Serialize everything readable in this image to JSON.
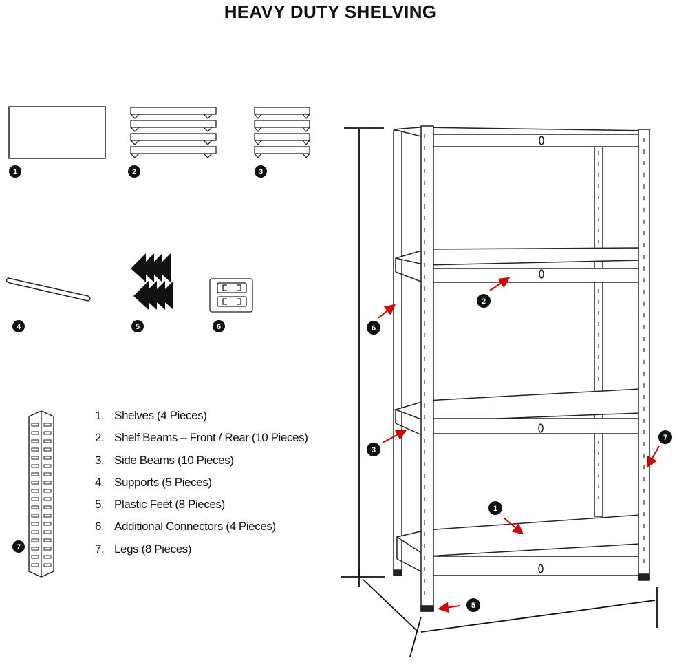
{
  "title": "HEAVY DUTY SHELVING",
  "parts": [
    {
      "num": "1.",
      "label": "Shelves (4 Pieces)"
    },
    {
      "num": "2.",
      "label": "Shelf Beams – Front / Rear (10 Pieces)"
    },
    {
      "num": "3.",
      "label": "Side Beams (10 Pieces)"
    },
    {
      "num": "4.",
      "label": "Supports (5 Pieces)"
    },
    {
      "num": "5.",
      "label": "Plastic Feet (8 Pieces)"
    },
    {
      "num": "6.",
      "label": "Additional Connectors (4 Pieces)"
    },
    {
      "num": "7.",
      "label": "Legs (8 Pieces)"
    }
  ],
  "badges": {
    "b1": "1",
    "b2": "2",
    "b3": "3",
    "b4": "4",
    "b5": "5",
    "b6": "6",
    "b7": "7"
  },
  "colors": {
    "arrow": "#d40000",
    "line": "#111111",
    "badge": "#111111"
  }
}
